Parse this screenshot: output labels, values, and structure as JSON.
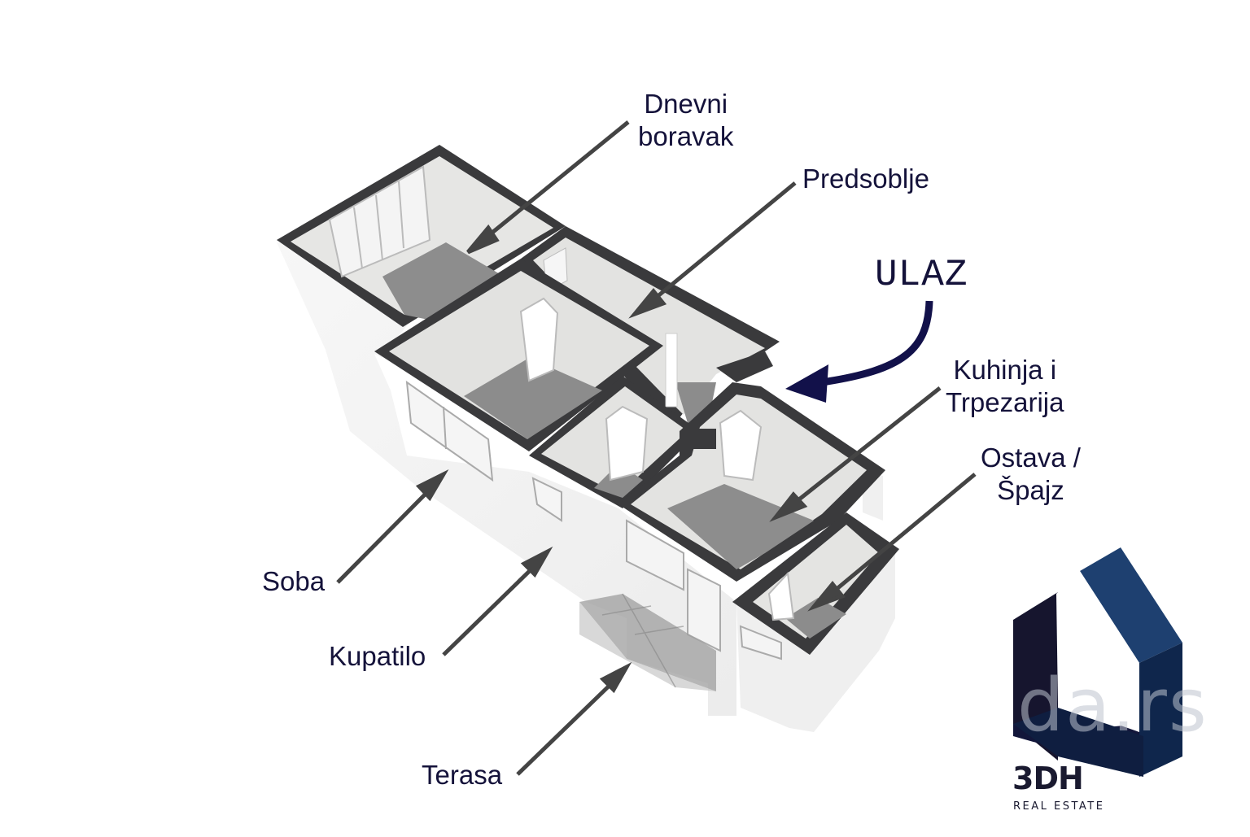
{
  "diagram": {
    "type": "isometric-floor-plan",
    "entrance_label": "ULAZ",
    "rooms": [
      {
        "id": "dnevni-boravak",
        "label_line1": "Dnevni",
        "label_line2": "boravak"
      },
      {
        "id": "predsoblje",
        "label_line1": "Predsoblje",
        "label_line2": ""
      },
      {
        "id": "kuhinja",
        "label_line1": "Kuhinja i",
        "label_line2": "Trpezarija"
      },
      {
        "id": "ostava",
        "label_line1": "Ostava /",
        "label_line2": "Špajz"
      },
      {
        "id": "soba",
        "label_line1": "Soba",
        "label_line2": ""
      },
      {
        "id": "kupatilo",
        "label_line1": "Kupatilo",
        "label_line2": ""
      },
      {
        "id": "terasa",
        "label_line1": "Terasa",
        "label_line2": ""
      }
    ],
    "colors": {
      "wall_top": "#3a3a3c",
      "floor": "#8c8c8c",
      "wall_inner": "#e4e4e2",
      "exterior_wall": "#f3f3f3",
      "arrow": "#444444",
      "entrance_arrow": "#12114a",
      "label_text": "#14123a"
    }
  },
  "logo": {
    "brand": "3DH",
    "subtitle": "REAL ESTATE",
    "watermark": "da.rs",
    "colors": {
      "dark": "#16152e",
      "navy": "#1c3a66",
      "mid": "#0f2448"
    }
  }
}
